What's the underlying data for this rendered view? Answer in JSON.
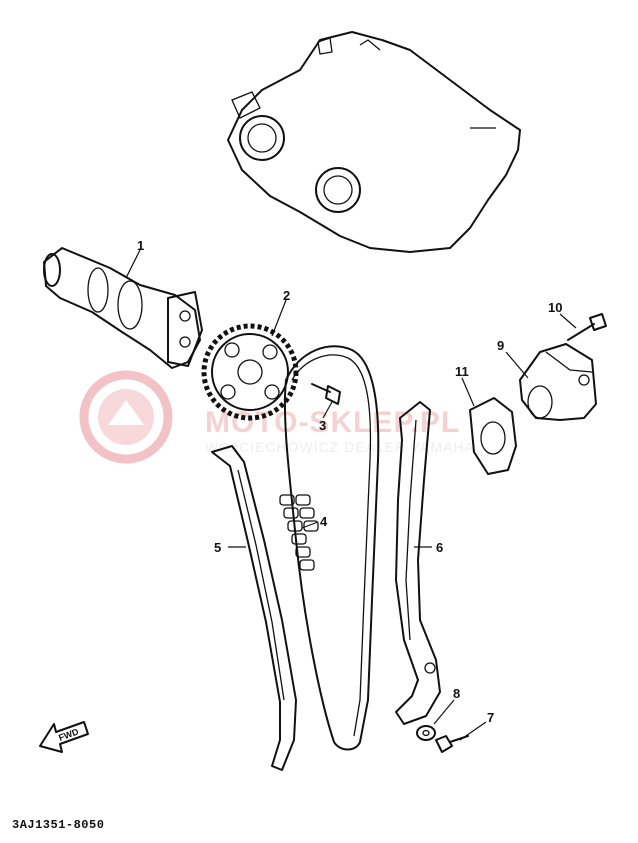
{
  "diagram": {
    "callouts": [
      {
        "id": "1",
        "label": "1"
      },
      {
        "id": "2",
        "label": "2"
      },
      {
        "id": "3",
        "label": "3"
      },
      {
        "id": "4",
        "label": "4"
      },
      {
        "id": "5",
        "label": "5"
      },
      {
        "id": "6",
        "label": "6"
      },
      {
        "id": "7",
        "label": "7"
      },
      {
        "id": "8",
        "label": "8"
      },
      {
        "id": "9",
        "label": "9"
      },
      {
        "id": "10",
        "label": "10"
      },
      {
        "id": "11",
        "label": "11"
      }
    ],
    "fwd_label": "FWD",
    "reference_code": "3AJ1351-8050"
  },
  "watermark": {
    "text": "MOTO-SKLEP.PL",
    "subtext": "WOJCIECHOWICZ DEALER YAMAHA",
    "color": "#e8a0a6"
  }
}
